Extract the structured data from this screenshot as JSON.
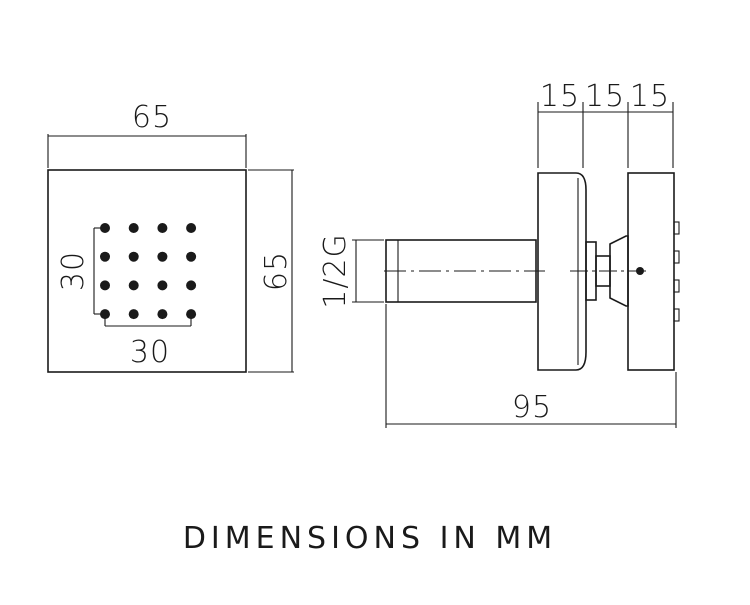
{
  "front_view": {
    "width_label": "65",
    "height_label": "65",
    "nozzle_span_vertical_label": "30",
    "nozzle_span_horizontal_label": "30",
    "nozzle_rows": 4,
    "nozzle_cols": 4
  },
  "side_view": {
    "segment_labels": [
      "15",
      "15",
      "15"
    ],
    "thread_label": "1/2G",
    "total_length_label": "95"
  },
  "caption": "DIMENSIONS IN MM"
}
